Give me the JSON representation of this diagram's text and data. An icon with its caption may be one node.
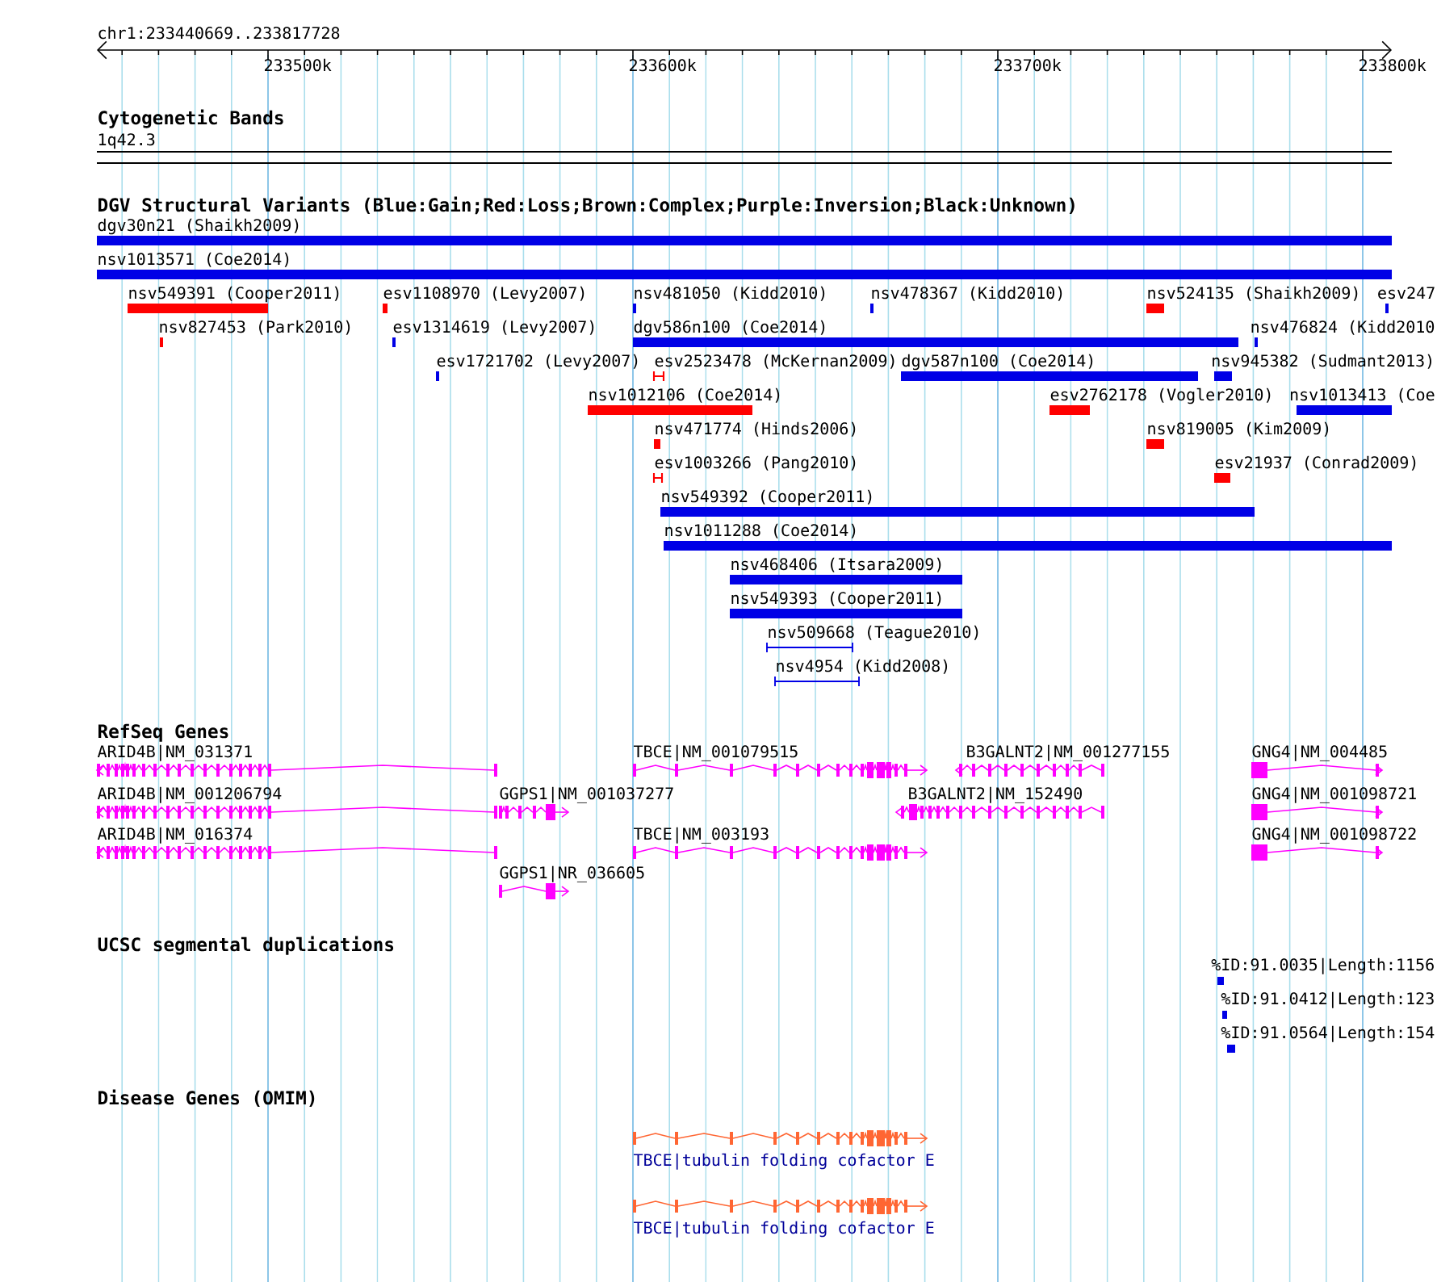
{
  "diagram": {
    "nodes": [
      {
        "text": [
          "dgv30n21 (Shaikh2009)"
        ]
      },
      {
        "text": [
          "nsv1013571 (Coe2014)"
        ]
      },
      {
        "text": [
          "nsv549391 (Cooper2011)"
        ]
      },
      {
        "text": [
          "esv1108970 (Levy2007)"
        ]
      },
      {
        "text": [
          "nsv481050 (Kidd2010)"
        ]
      },
      {
        "text": [
          "nsv478367 (Kidd2010)"
        ]
      },
      {
        "text": [
          "nsv524135 (Shaikh2009)"
        ]
      },
      {
        "text": [
          "esv247"
        ]
      },
      {
        "text": [
          "nsv827453 (Park2010)"
        ]
      },
      {
        "text": [
          "esv1314619 (Levy2007)"
        ]
      },
      {
        "text": [
          "dgv586n100 (Coe2014)"
        ]
      },
      {
        "text": [
          "nsv476824 (Kidd2010"
        ]
      },
      {
        "text": [
          "esv1721702 (Levy2007)"
        ]
      },
      {
        "text": [
          "esv2523478 (McKernan2009)"
        ]
      },
      {
        "text": [
          "dgv587n100 (Coe2014)"
        ]
      },
      {
        "text": [
          "nsv945382 (Sudmant2013)"
        ]
      },
      {
        "text": [
          "nsv1012106 (Coe2014)"
        ]
      },
      {
        "text": [
          "esv2762178 (Vogler2010)"
        ]
      },
      {
        "text": [
          "nsv1013413 (Coe"
        ]
      },
      {
        "text": [
          "nsv471774 (Hinds2006)"
        ]
      },
      {
        "text": [
          "nsv819005 (Kim2009)"
        ]
      },
      {
        "text": [
          "esv1003266 (Pang2010)"
        ]
      },
      {
        "text": [
          "esv21937 (Conrad2009)"
        ]
      },
      {
        "text": [
          "nsv549392 (Cooper2011)"
        ]
      },
      {
        "text": [
          "nsv1011288 (Coe2014)"
        ]
      },
      {
        "text": [
          "nsv468406 (Itsara2009)"
        ]
      },
      {
        "text": [
          "nsv549393 (Cooper2011)"
        ]
      },
      {
        "text": [
          "nsv509668 (Teague2010)"
        ]
      },
      {
        "text": [
          "nsv4954 (Kidd2008)"
        ]
      },
      {
        "text": [
          "ARID4B|NM_031371"
        ]
      },
      {
        "text": [
          "TBCE|NM_001079515"
        ]
      },
      {
        "text": [
          "B3GALNT2|NM_001277155"
        ]
      },
      {
        "text": [
          "GNG4|NM_004485"
        ]
      },
      {
        "text": [
          "ARID4B|NM_001206794"
        ]
      },
      {
        "text": [
          "GGPS1|NM_001037277"
        ]
      },
      {
        "text": [
          "B3GALNT2|NM_152490"
        ]
      },
      {
        "text": [
          "GNG4|NM_001098721"
        ]
      },
      {
        "text": [
          "ARID4B|NM_016374"
        ]
      },
      {
        "text": [
          "TBCE|NM_003193"
        ]
      },
      {
        "text": [
          "GNG4|NM_001098722"
        ]
      },
      {
        "text": [
          "GGPS1|NR_036605"
        ]
      },
      {
        "text": [
          "%ID:91.0035|Length:1156"
        ]
      },
      {
        "text": [
          "%ID:91.0412|Length:123"
        ]
      },
      {
        "text": [
          "%ID:91.0564|Length:154"
        ]
      },
      {
        "text": [
          "TBCE|tubulin folding cofactor E"
        ]
      },
      {
        "text": [
          "TBCE|tubulin folding cofactor E"
        ]
      }
    ],
    "labels": [
      "chr1:233440669..233817728",
      "233500k",
      "233600k",
      "233700k",
      "233800k",
      "Cytogenetic Bands",
      "1q42.3",
      "DGV Structural Variants (Blue:Gain;Red:Loss;Brown:Complex;Purple:Inversion;Black:Unknown)",
      "RefSeq Genes",
      "UCSC segmental duplications",
      "Disease Genes (OMIM)"
    ]
  }
}
